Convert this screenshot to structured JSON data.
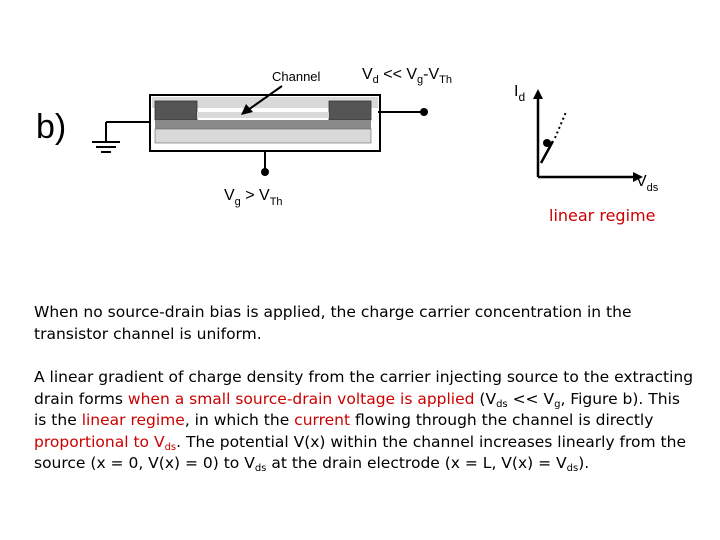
{
  "diagram": {
    "panel_label": "b)",
    "channel_label": "Channel",
    "drain_condition": {
      "v": "V",
      "d": "d",
      "rel": " << V",
      "g": "g",
      "dash": "-V",
      "th": "Th"
    },
    "gate_condition": {
      "v": "V",
      "g": "g",
      "rel": " > V",
      "th": "Th"
    },
    "axis_y": {
      "v": "I",
      "sub": "d"
    },
    "axis_x": {
      "v": "V",
      "sub": "ds"
    },
    "caption": "linear regime"
  },
  "colors": {
    "highlight": "#cc0000",
    "device_dark": "#555555",
    "device_mid": "#8a8a8a",
    "device_light": "#d9d9d9"
  },
  "paragraph1": {
    "text": "When no source-drain bias is applied, the charge carrier concentration in the transistor channel is uniform."
  },
  "paragraph2": {
    "t1": "A linear gradient of charge density from the carrier injecting source to the extracting drain forms ",
    "h1": "when a small source-drain voltage is applied",
    "t2": " (V",
    "s1": "ds",
    "t3": " << V",
    "s2": "g",
    "t4": ", Figure b). This is the ",
    "h2": "linear regime",
    "t5": ", in which the ",
    "h3": "current",
    "t6": " flowing through the channel is directly ",
    "h4": "proportional to V",
    "hs4": "ds",
    "t7": ". The potential V(x) within the channel increases linearly from the source (x = 0, V(x) = 0) to V",
    "s3": "ds",
    "t8": " at the drain electrode (x = L, V(x) = V",
    "s4": "ds",
    "t9": ")."
  }
}
